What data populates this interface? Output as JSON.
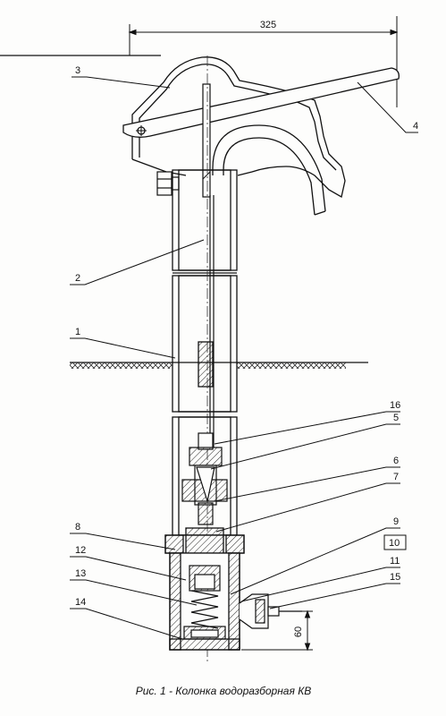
{
  "diagram": {
    "dimension_top": "325",
    "dimension_right": "60",
    "caption": "Рис. 1 - Колонка водоразборная КВ",
    "callouts": {
      "c1": "1",
      "c2": "2",
      "c3": "3",
      "c4": "4",
      "c5": "5",
      "c6": "6",
      "c7": "7",
      "c8": "8",
      "c9": "9",
      "c10": "10",
      "c11": "11",
      "c12": "12",
      "c13": "13",
      "c14": "14",
      "c15": "15",
      "c16": "16"
    }
  }
}
